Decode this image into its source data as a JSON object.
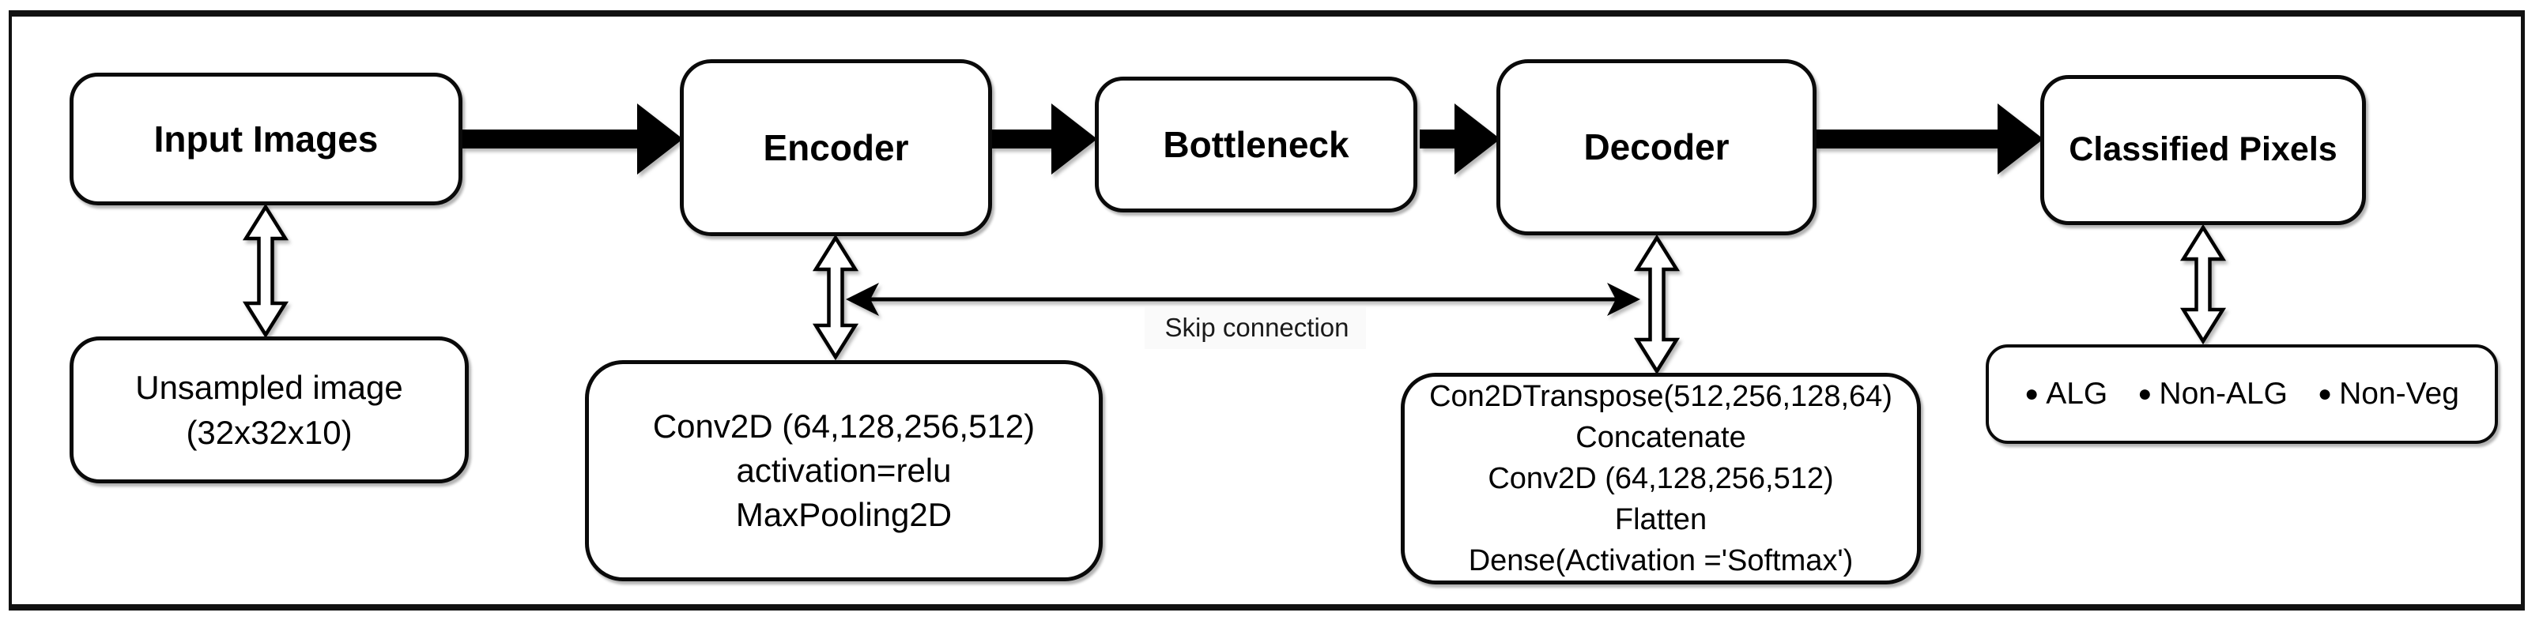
{
  "colors": {
    "ink": "#000000",
    "paper": "#ffffff"
  },
  "diagram": {
    "nodes": {
      "input_images": {
        "label": "Input Images"
      },
      "encoder": {
        "label": "Encoder"
      },
      "bottleneck": {
        "label": "Bottleneck"
      },
      "decoder": {
        "label": "Decoder"
      },
      "classified_pixels": {
        "label": "Classified Pixels"
      },
      "unsampled_image": {
        "lines": [
          "Unsampled image",
          "(32x32x10)"
        ]
      },
      "encoder_layers": {
        "lines": [
          "Conv2D (64,128,256,512)",
          "activation=relu",
          "MaxPooling2D"
        ]
      },
      "decoder_layers": {
        "lines": [
          "Con2DTranspose(512,256,128,64)",
          "Concatenate",
          "Conv2D (64,128,256,512)",
          "Flatten",
          "Dense(Activation ='Softmax')"
        ]
      }
    },
    "annotations": {
      "skip_connection_label": "Skip connection"
    },
    "legend": {
      "items": [
        {
          "marker": "●",
          "label": "ALG"
        },
        {
          "marker": "●",
          "label": "Non-ALG"
        },
        {
          "marker": "●",
          "label": "Non-Veg"
        }
      ]
    }
  }
}
